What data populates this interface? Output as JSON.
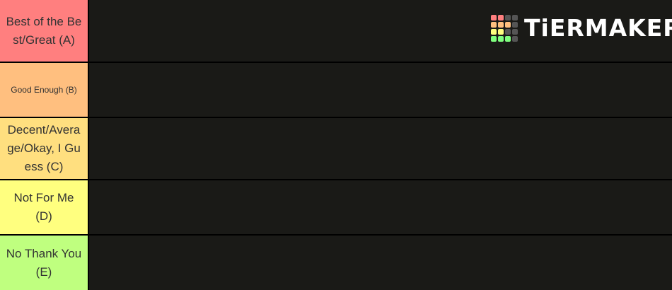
{
  "tiers": [
    {
      "label": "Best of the Best/Great (A)",
      "color": "#ff7f7f"
    },
    {
      "label": "Good Enough (B)",
      "color": "#ffbf7f"
    },
    {
      "label": "Decent/Average/Okay, I Guess (C)",
      "color": "#ffdf7f"
    },
    {
      "label": "Not For Me (D)",
      "color": "#ffff7f"
    },
    {
      "label": "No Thank You (E)",
      "color": "#bfff7f"
    }
  ],
  "watermark": {
    "text": "TiERMAKER",
    "grid_colors": [
      "#ff7f7f",
      "#ff7f7f",
      "#555555",
      "#555555",
      "#ffbf7f",
      "#ffbf7f",
      "#ffbf7f",
      "#555555",
      "#ffff7f",
      "#ffff7f",
      "#555555",
      "#555555",
      "#7fff7f",
      "#7fff7f",
      "#7fff7f",
      "#555555"
    ]
  },
  "theme": {
    "background": "#000000",
    "row_background": "#1a1a17",
    "label_text_color": "#333333"
  }
}
